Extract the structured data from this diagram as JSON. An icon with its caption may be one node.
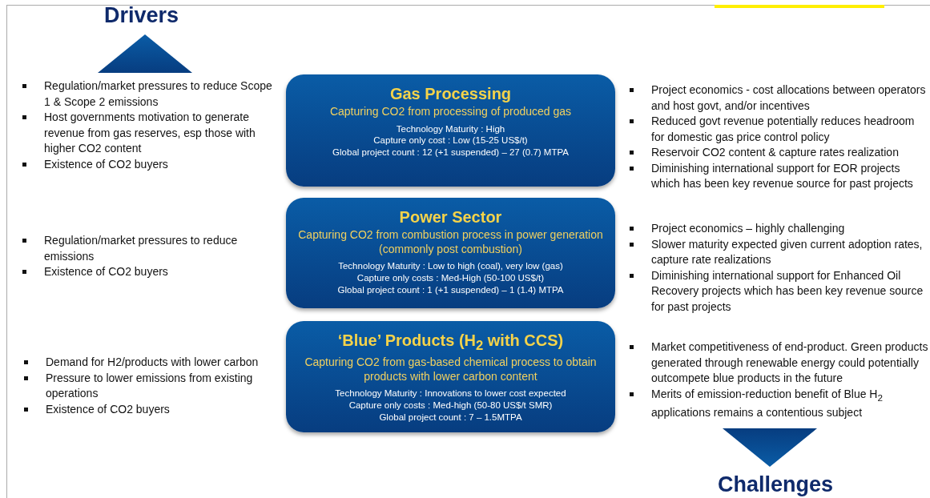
{
  "diagram": {
    "nodes": [
      {
        "text": [
          "Gas Processing",
          "Capturing CO2 from processing of produced gas",
          "Technology Maturity : High",
          "Capture only cost : Low (15-25 US$/t)",
          "Global project count : 12 (+1 suspended) – 27 (0.7) MTPA"
        ]
      },
      {
        "text": [
          "Power Sector",
          "Capturing CO2 from combustion process in power generation (commonly post combustion)",
          "Technology Maturity : Low to high (coal), very low (gas)",
          "Capture only costs : Med-High (50-100 US$/t)",
          "Global project count : 1 (+1 suspended) – 1 (1.4) MTPA"
        ]
      },
      {
        "text": [
          "‘Blue’ Products (H$_{2}$ with CCS)",
          "Capturing CO2 from gas-based chemical process to obtain products with lower carbon content",
          "Technology Maturity : Innovations to lower cost expected",
          "Capture only costs : Med-high (50-80 US$/t SMR)",
          "Global project count : 7 – 1.5MTPA"
        ]
      }
    ],
    "labels": [
      "Drivers",
      "Regulation/market pressures to reduce Scope 1 & Scope 2 emissions",
      "Host governments motivation to generate revenue from gas reserves, esp those with higher CO2 content",
      "Existence of CO2 buyers",
      "Regulation/market pressures to reduce emissions",
      "Existence of CO2 buyers",
      "Demand for H2/products with lower carbon",
      "Pressure to lower emissions from existing operations",
      "Existence of CO2 buyers",
      "Project economics - cost allocations between operators and host govt, and/or incentives",
      "Reduced govt revenue potentially reduces headroom for domestic gas price control policy",
      "Reservoir CO2 content & capture rates realization",
      "Diminishing international support for EOR projects which has been key revenue source for past projects",
      "Project economics – highly challenging",
      "Slower maturity expected given current adoption rates, capture rate realizations",
      "Diminishing international support for Enhanced Oil Recovery projects which has been key revenue source for past projects",
      "Market competitiveness of end-product. Green products generated through renewable energy could potentially outcompete blue products in the future",
      "Merits of emission-reduction benefit of Blue H$_{2}$ applications remains a contentious subject",
      "Challenges"
    ]
  }
}
